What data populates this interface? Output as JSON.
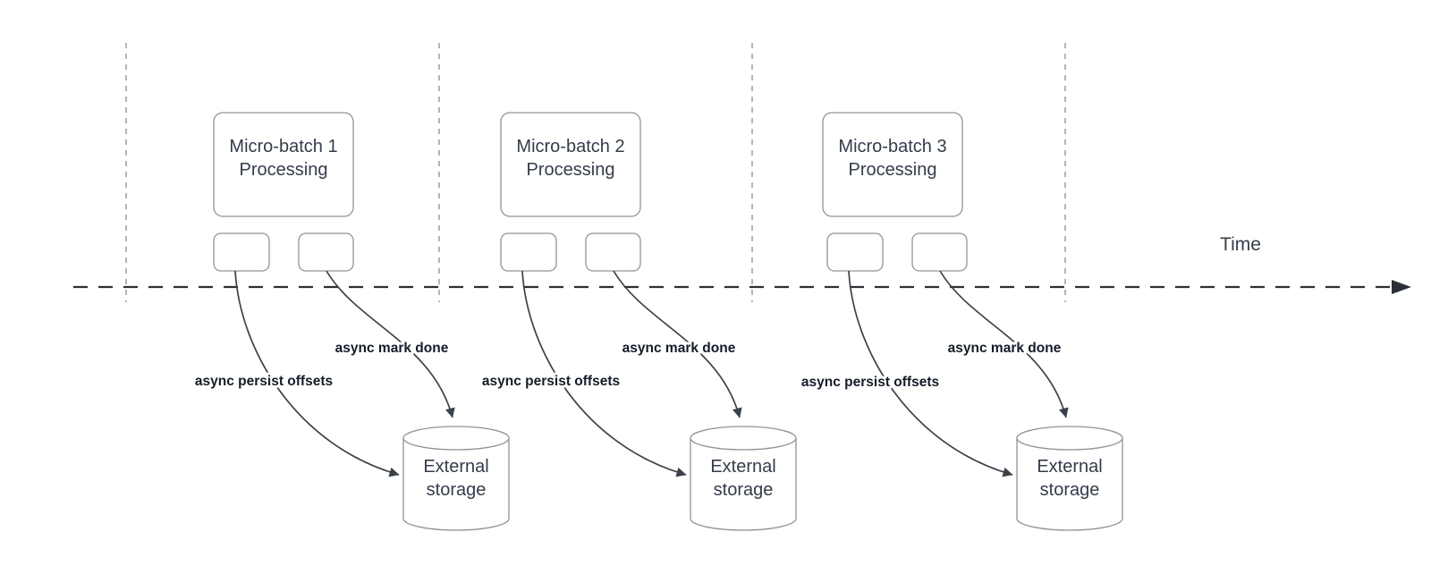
{
  "diagram": {
    "time_axis": {
      "label": "Time"
    },
    "batches": [
      {
        "title_line1": "Micro-batch 1",
        "title_line2": "Processing",
        "persist_label": "async persist offsets",
        "done_label": "async mark done",
        "storage_line1": "External",
        "storage_line2": "storage"
      },
      {
        "title_line1": "Micro-batch 2",
        "title_line2": "Processing",
        "persist_label": "async persist offsets",
        "done_label": "async mark done",
        "storage_line1": "External",
        "storage_line2": "storage"
      },
      {
        "title_line1": "Micro-batch 3",
        "title_line2": "Processing",
        "persist_label": "async persist offsets",
        "done_label": "async mark done",
        "storage_line1": "External",
        "storage_line2": "storage"
      }
    ],
    "colors": {
      "background": "#ffffff",
      "shape_stroke": "#8f959b",
      "arrow_stroke": "#3b4149",
      "axis_stroke": "#2b3036",
      "guide_stroke": "#a9adb2",
      "shape_text": "#343c4a",
      "label_text": "#141c28"
    }
  }
}
